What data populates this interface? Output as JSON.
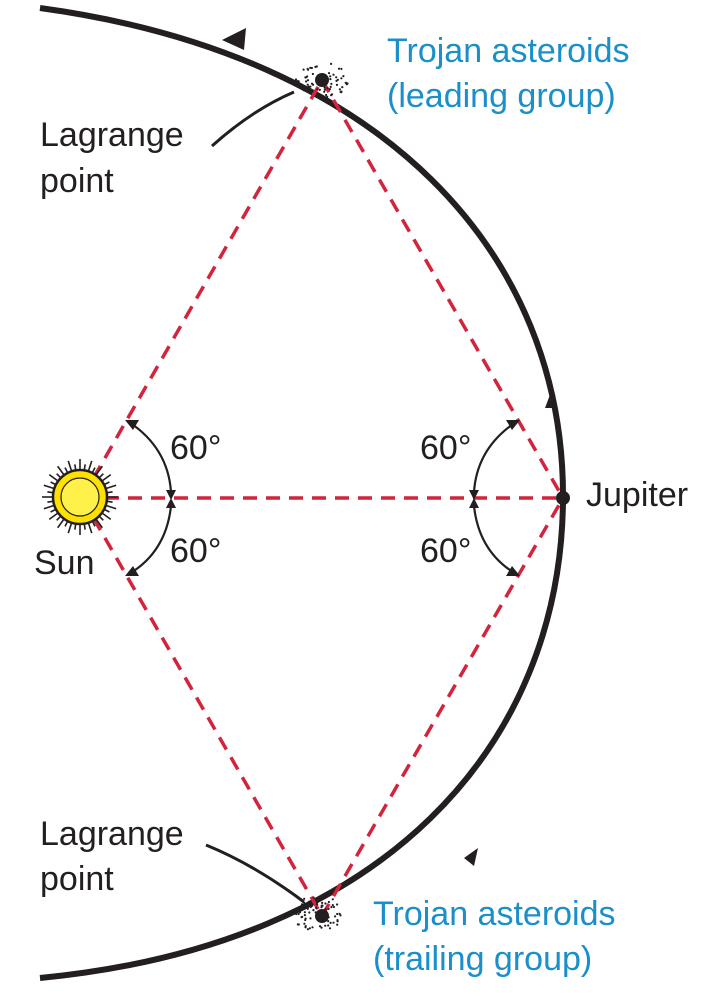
{
  "labels": {
    "trojan_leading_line1": "Trojan asteroids",
    "trojan_leading_line2": "(leading group)",
    "trojan_trailing_line1": "Trojan asteroids",
    "trojan_trailing_line2": "(trailing group)",
    "lagrange_top_line1": "Lagrange",
    "lagrange_top_line2": "point",
    "lagrange_bottom_line1": "Lagrange",
    "lagrange_bottom_line2": "point",
    "sun": "Sun",
    "jupiter": "Jupiter",
    "angle_sun_upper": "60°",
    "angle_sun_lower": "60°",
    "angle_jupiter_upper": "60°",
    "angle_jupiter_lower": "60°"
  },
  "colors": {
    "orbit": "#231f20",
    "dashed_lines": "#d2243c",
    "sun_fill": "#ffe100",
    "asteroid_label": "#1a8fc9",
    "text": "#231f20"
  }
}
